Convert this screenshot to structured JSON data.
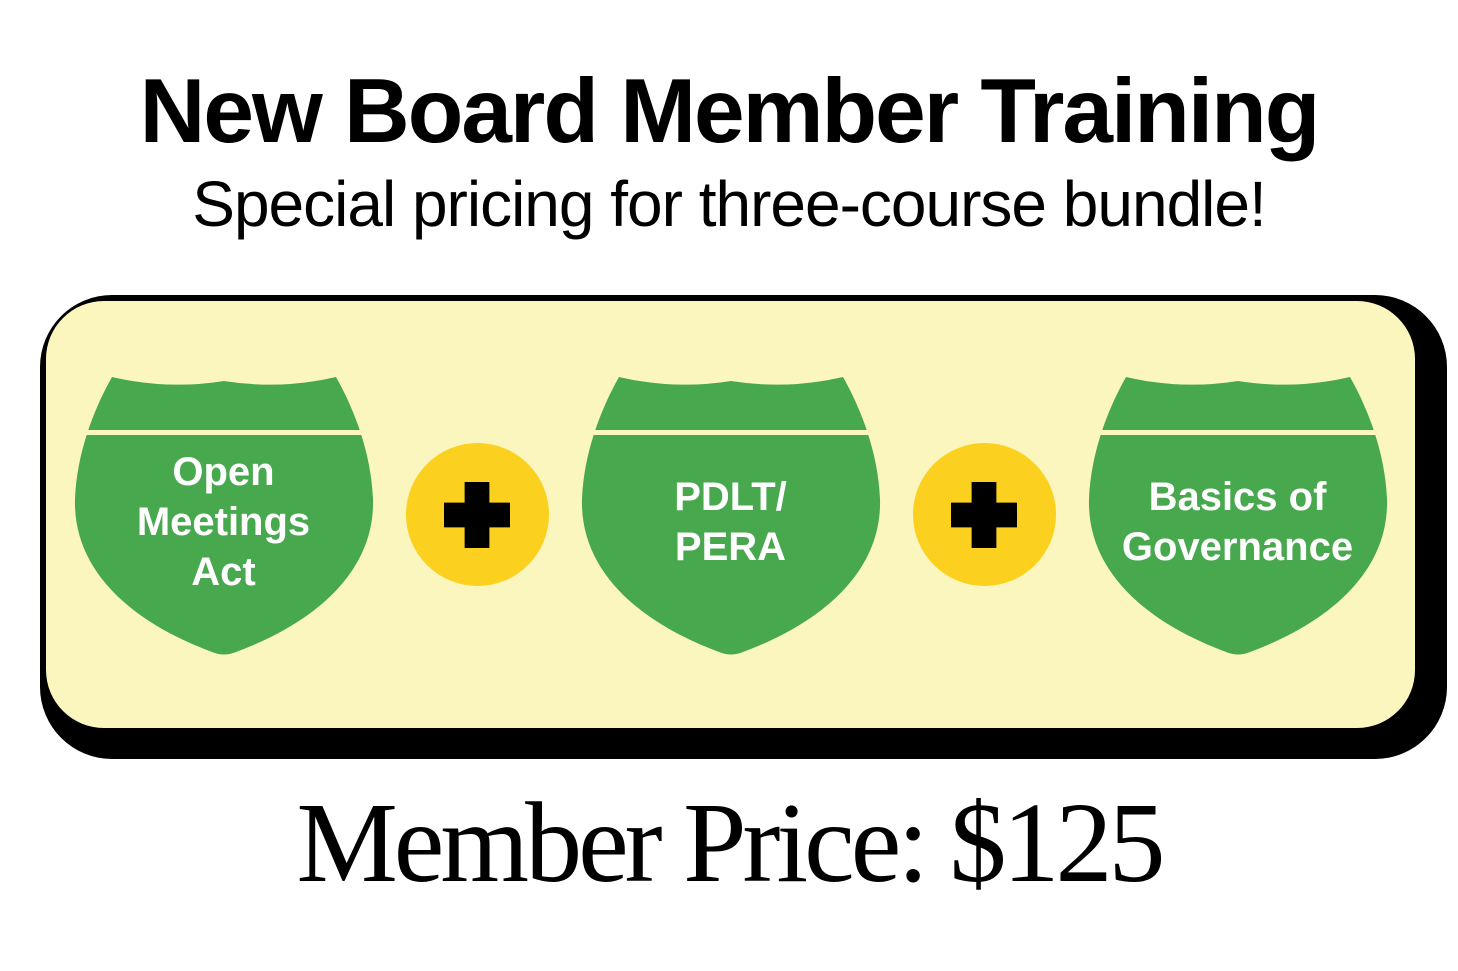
{
  "header": {
    "title": "New Board Member Training",
    "subtitle": "Special pricing for three-course bundle!"
  },
  "bundle_panel": {
    "courses": [
      {
        "label": "Open\nMeetings\nAct"
      },
      {
        "label": "PDLT/\nPERA"
      },
      {
        "label": "Basics of\nGovernance"
      }
    ],
    "separator_icon": "plus-icon"
  },
  "pricing": {
    "text": "Member Price: $125"
  },
  "colors": {
    "shield_green": "#47A84D",
    "panel_fill": "#FBF6BE",
    "plus_yellow": "#FCD01E",
    "outline_black": "#000000",
    "shield_text": "#FFFFFF",
    "text_black": "#000000",
    "page_bg": "#FFFFFF"
  }
}
